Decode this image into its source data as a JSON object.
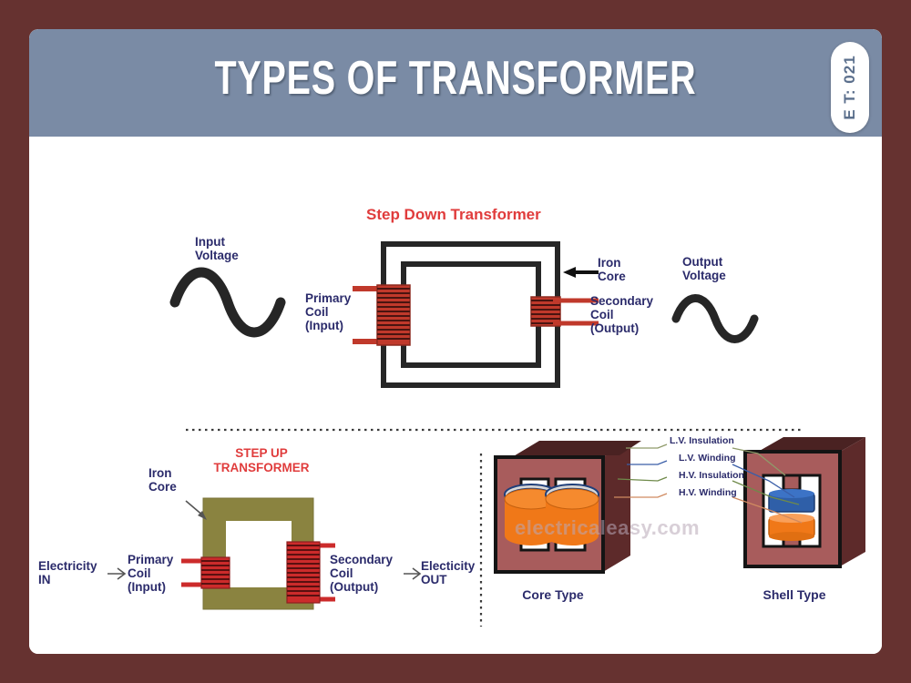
{
  "page": {
    "background_color": "#663230",
    "slide_background": "#ffffff"
  },
  "header": {
    "title": "TYPES OF TRANSFORMER",
    "background_color": "#7a8ba5",
    "title_color": "#ffffff",
    "badge": {
      "text": "E T: 021",
      "color": "#5b6f8c"
    }
  },
  "step_down": {
    "title": "Step Down Transformer",
    "title_color": "#e03c3c",
    "labels": {
      "input_voltage": "Input\nVoltage",
      "primary_coil": "Primary\nCoil\n(Input)",
      "iron_core": "Iron\nCore",
      "secondary_coil": "Secondary\nCoil\n(Output)",
      "output_voltage": "Output\nVoltage"
    },
    "label_color": "#2b2b6b",
    "coil_color": "#c0392b",
    "core_color": "#262626"
  },
  "step_up": {
    "title": "STEP UP\nTRANSFORMER",
    "title_color": "#e03c3c",
    "labels": {
      "iron_core": "Iron\nCore",
      "electricity_in": "Electricity\nIN",
      "primary_coil": "Primary\nCoil\n(Input)",
      "secondary_coil": "Secondary\nCoil\n(Output)",
      "electricity_out": "Electicity\nOUT"
    },
    "core_color": "#8a8340",
    "coil_color": "#cc2b2b"
  },
  "construction": {
    "callouts": [
      "L.V. Insulation",
      "L.V. Winding",
      "H.V. Insulation",
      "H.V. Winding"
    ],
    "core_type_caption": "Core Type",
    "shell_type_caption": "Shell Type",
    "watermark": "electricaleasy.com",
    "laminate_color": "#a85c5c",
    "winding_color": "#f07818",
    "hv_winding_color": "#2f5fa8",
    "outline_color": "#1a1a1a"
  }
}
